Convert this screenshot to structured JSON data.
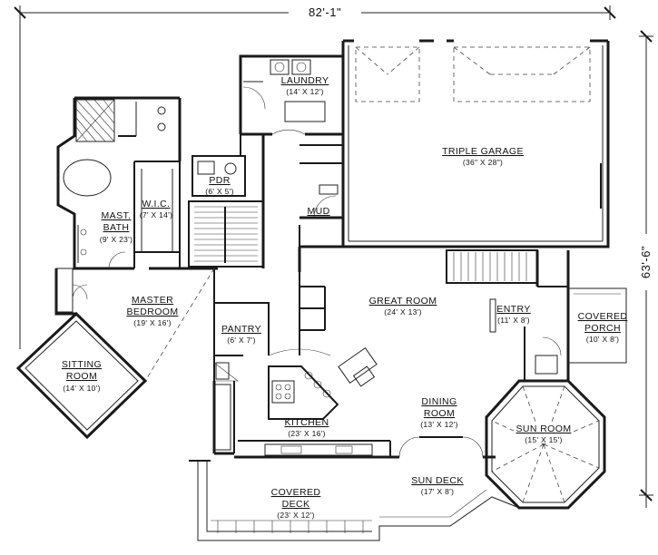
{
  "overall": {
    "width_dim": "82'-1\"",
    "depth_dim": "63'-6\""
  },
  "rooms": {
    "laundry": {
      "name": "LAUNDRY",
      "size": "(14' X 12')"
    },
    "triple_garage": {
      "name": "TRIPLE GARAGE",
      "size": "(36\" X 28\")"
    },
    "pdr": {
      "name": "PDR",
      "size": "(6' X 5')"
    },
    "wic": {
      "name": "W.I.C.",
      "size": "(7' X 14')"
    },
    "mud": {
      "name": "MUD"
    },
    "mast_bath": {
      "name_line1": "MAST.",
      "name_line2": "BATH",
      "size": "(9' X 23')"
    },
    "master_bedroom": {
      "name_line1": "MASTER",
      "name_line2": "BEDROOM",
      "size": "(19' X 16')"
    },
    "great_room": {
      "name": "GREAT ROOM",
      "size": "(24' X 13')"
    },
    "entry": {
      "name": "ENTRY",
      "size": "(11' X 8')"
    },
    "covered_porch": {
      "name_line1": "COVERED",
      "name_line2": "PORCH",
      "size": "(10' X 8')"
    },
    "pantry": {
      "name": "PANTRY",
      "size": "(6' X 7')"
    },
    "sitting_room": {
      "name_line1": "SITTING",
      "name_line2": "ROOM",
      "size": "(14' X 10')"
    },
    "dining_room": {
      "name_line1": "DINING",
      "name_line2": "ROOM",
      "size": "(13' X 12')"
    },
    "sun_room": {
      "name": "SUN ROOM",
      "size": "(15' X 15')"
    },
    "kitchen": {
      "name": "KITCHEN",
      "size": "(23' X 16')"
    },
    "sun_deck": {
      "name": "SUN DECK",
      "size": "(17' X 8')"
    },
    "covered_deck": {
      "name_line1": "COVERED",
      "name_line2": "DECK",
      "size": "(23' X 12')"
    }
  }
}
